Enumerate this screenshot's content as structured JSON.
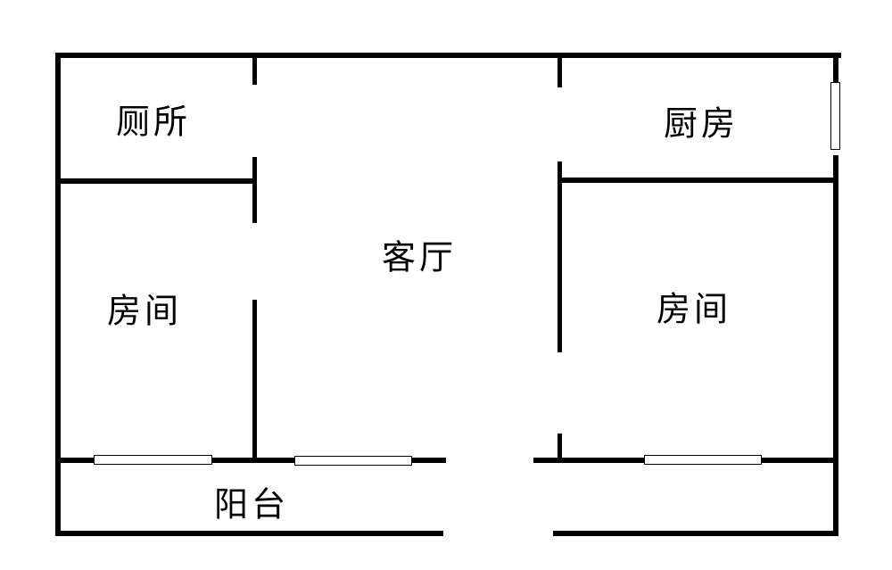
{
  "rooms": {
    "toilet": "厕所",
    "kitchen": "厨房",
    "living_room": "客厅",
    "bedroom_left": "房间",
    "bedroom_right": "房间",
    "balcony": "阳台"
  }
}
